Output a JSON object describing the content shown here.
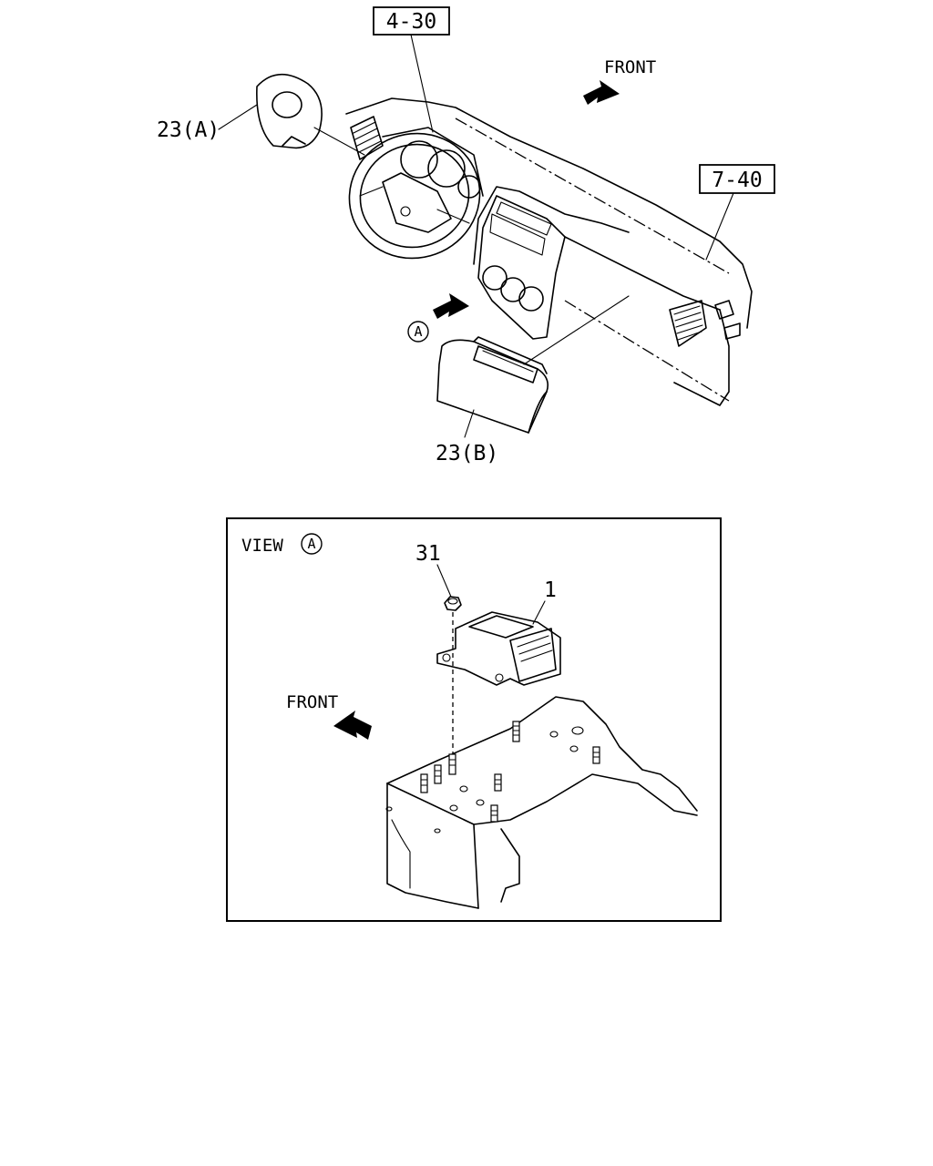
{
  "top_view": {
    "ref_box_1": "4-30",
    "ref_box_2": "7-40",
    "front_label": "FRONT",
    "part_a_label": "23(A)",
    "part_b_label": "23(B)",
    "view_marker": "A"
  },
  "detail_view": {
    "view_label": "VIEW",
    "view_marker": "A",
    "part_31_label": "31",
    "part_1_label": "1",
    "front_label": "FRONT"
  }
}
